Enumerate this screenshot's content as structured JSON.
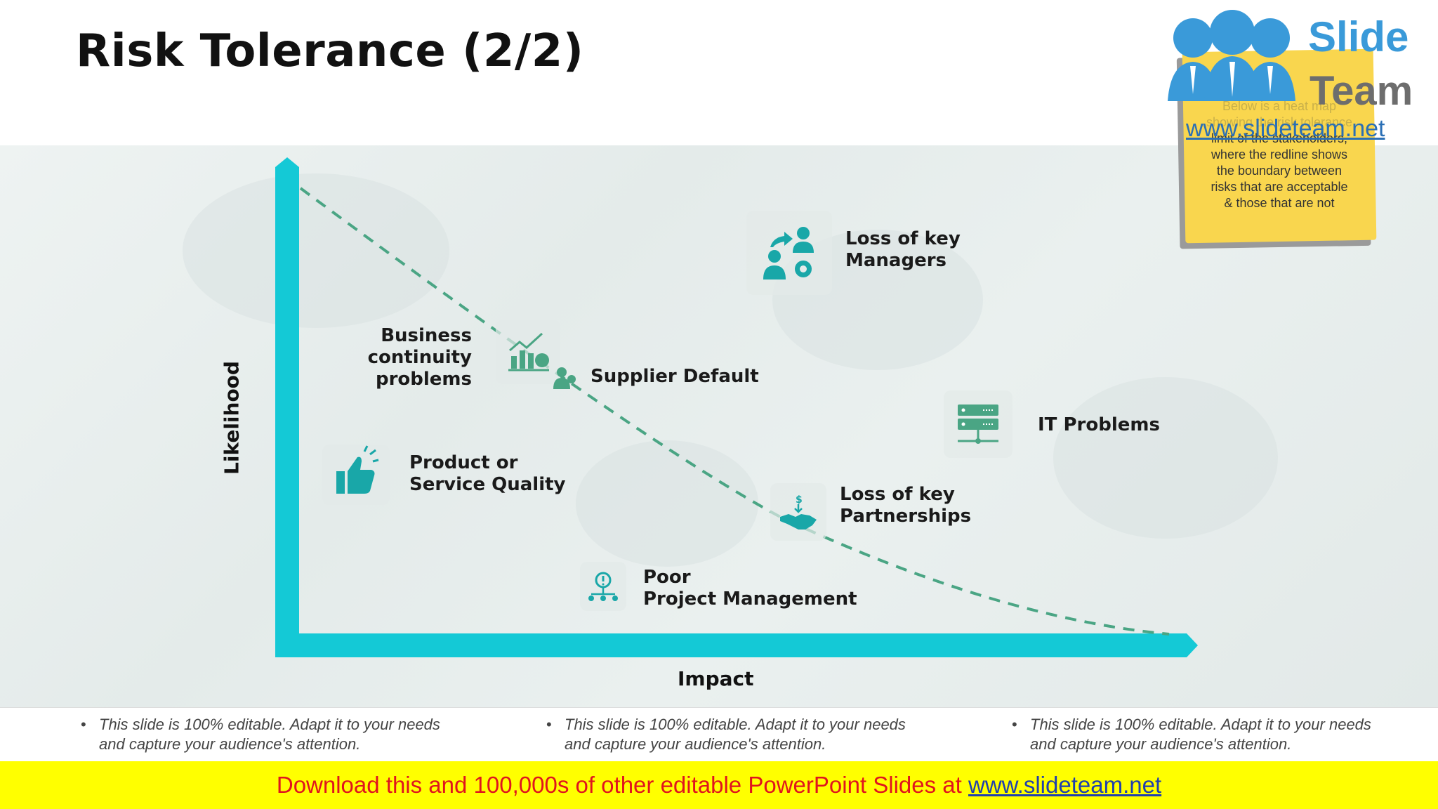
{
  "title": "Risk Tolerance (2/2)",
  "colors": {
    "axis": "#14c9d6",
    "redline": "#4aa584",
    "icon": "#19a7a8",
    "sticky": "#f9d64e",
    "banner": "#ffff00",
    "banner_text": "#e0141e"
  },
  "axes": {
    "y_label": "Likelihood",
    "x_label": "Impact"
  },
  "risks": [
    {
      "name": "loss-of-key-managers",
      "lines": [
        "Loss of key",
        "Managers"
      ],
      "icon": "people-gear-icon"
    },
    {
      "name": "business-continuity",
      "lines": [
        "Business",
        "continuity",
        "problems"
      ],
      "icon": "growth-chart-icon"
    },
    {
      "name": "supplier-default",
      "lines": [
        "Supplier Default"
      ],
      "icon": "supplier-icon"
    },
    {
      "name": "it-problems",
      "lines": [
        "IT Problems"
      ],
      "icon": "server-icon"
    },
    {
      "name": "product-quality",
      "lines": [
        "Product or",
        "Service Quality"
      ],
      "icon": "thumbs-up-icon"
    },
    {
      "name": "loss-of-key-partnerships",
      "lines": [
        "Loss of key",
        "Partnerships"
      ],
      "icon": "handshake-icon"
    },
    {
      "name": "poor-project-management",
      "lines": [
        "Poor",
        "Project Management"
      ],
      "icon": "hierarchy-icon"
    }
  ],
  "sticky_note": {
    "lines": [
      "Below is a heat map",
      "showing the risk tolerance",
      "limit of the stakeholders,",
      "where the redline shows",
      "the boundary between",
      "risks that are acceptable",
      "& those that are not"
    ]
  },
  "logo": {
    "word1": "Slide",
    "word2": "Team",
    "url": "www.slideteam.net"
  },
  "notes": [
    "This slide is 100% editable. Adapt it to your needs and capture your audience's attention.",
    "This slide is 100% editable. Adapt it to your needs and capture your audience's attention.",
    "This slide is 100% editable. Adapt it to your needs and capture your audience's attention."
  ],
  "banner": {
    "text": "Download this and 100,000s of other editable PowerPoint Slides at ",
    "link": "www.slideteam.net"
  }
}
